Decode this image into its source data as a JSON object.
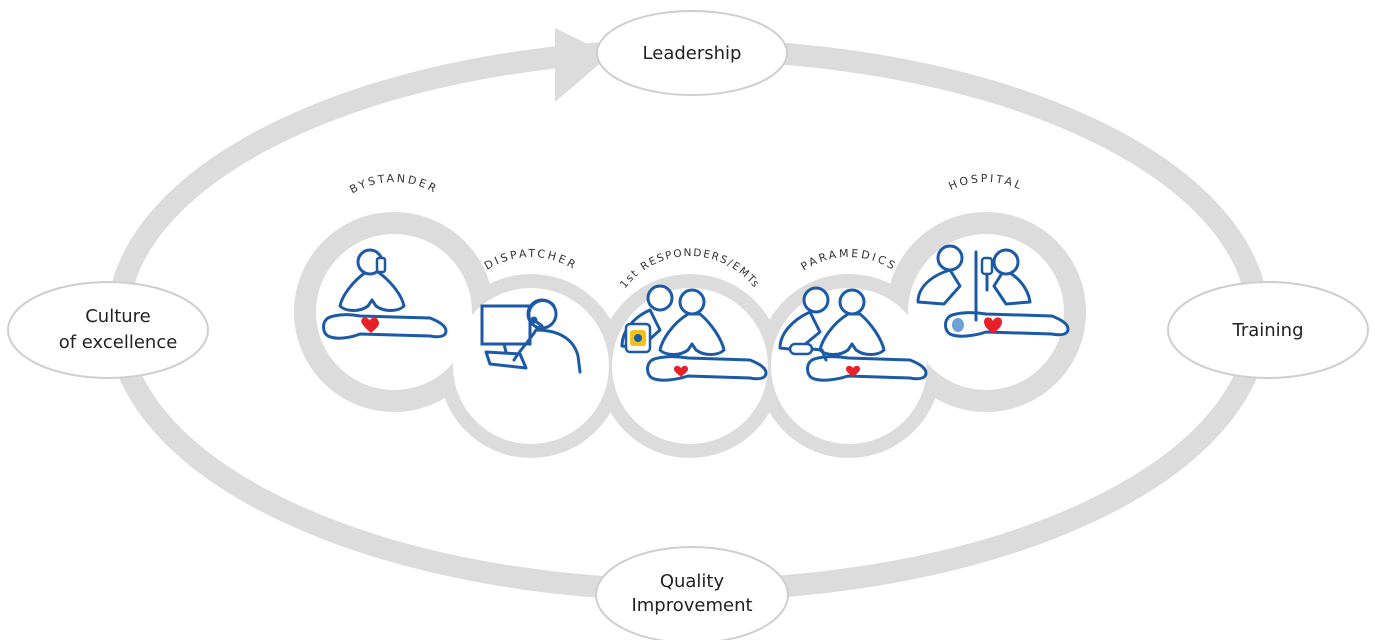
{
  "cycle_nodes": {
    "leadership": "Leadership",
    "training": "Training",
    "quality_improvement_line1": "Quality",
    "quality_improvement_line2": "Improvement",
    "culture_line1": "Culture",
    "culture_line2": "of excellence"
  },
  "stages": [
    {
      "label": "BYSTANDER",
      "icon": "bystander-phone-cpr-icon"
    },
    {
      "label": "DISPATCHER",
      "icon": "dispatcher-headset-icon"
    },
    {
      "label": "1st RESPONDERS/EMTs",
      "icon": "aed-responders-icon"
    },
    {
      "label": "PARAMEDICS",
      "icon": "paramedics-bag-valve-icon"
    },
    {
      "label": "HOSPITAL",
      "icon": "hospital-iv-icon"
    }
  ],
  "colors": {
    "ring": "#dcdcdc",
    "figure_stroke": "#1c5aa5",
    "heart": "#e8202a",
    "aed": "#f1c21b",
    "node_border": "#cfcfcf"
  }
}
